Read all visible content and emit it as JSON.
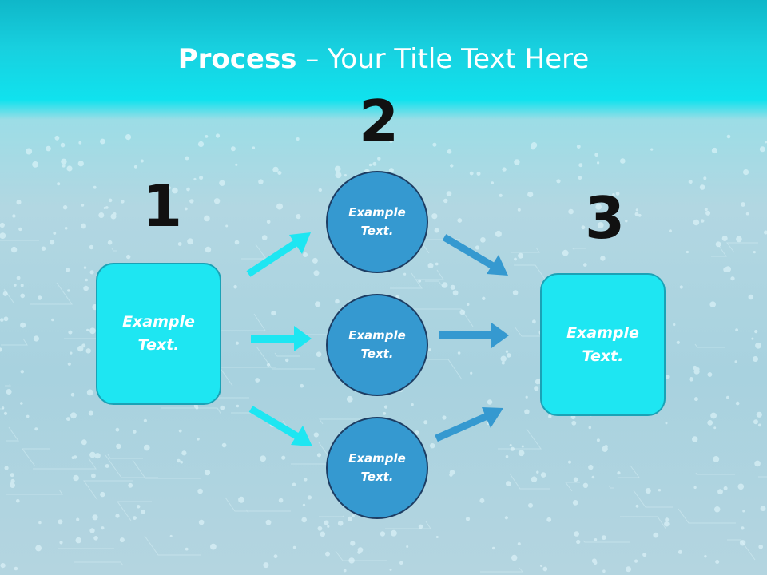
{
  "slide": {
    "title_bold": "Process",
    "title_rest": " – Your Title Text Here"
  },
  "steps": {
    "num1": "1",
    "num2": "2",
    "num3": "3"
  },
  "boxes": {
    "left_text": "Example\nText.",
    "right_text": "Example\nText."
  },
  "circles": [
    {
      "text": "Example\nText."
    },
    {
      "text": "Example\nText."
    },
    {
      "text": "Example\nText."
    }
  ],
  "colors": {
    "box_fill": "#1ee6f2",
    "circle_fill": "#3599d0",
    "arrow_left": "#1ee6f2",
    "arrow_right": "#3599d0"
  }
}
